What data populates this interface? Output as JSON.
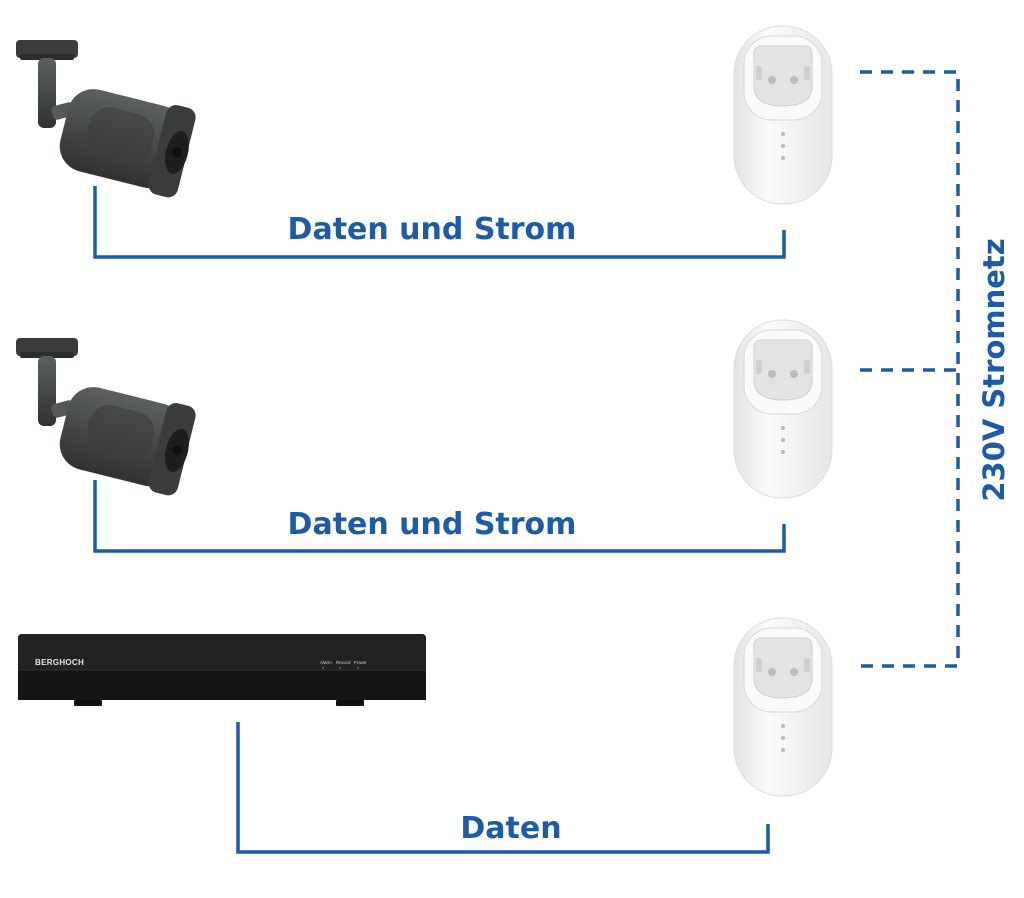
{
  "colors": {
    "line": "#1d5ba6",
    "camera_body": "#4a4d4c",
    "nvr_body": "#1b1b1b",
    "plug_body": "#f1f1f1"
  },
  "labels": {
    "camera1_link": "Daten und Strom",
    "camera2_link": "Daten und Strom",
    "nvr_link": "Daten",
    "mains": "230V Stromnetz"
  },
  "nvr": {
    "brand": "BERGHOCH",
    "indicators": [
      "Alarm",
      "Record",
      "Power"
    ]
  },
  "icons": {
    "camera": "bullet-camera-icon",
    "nvr": "network-video-recorder-icon",
    "plug": "powerline-adapter-icon"
  }
}
